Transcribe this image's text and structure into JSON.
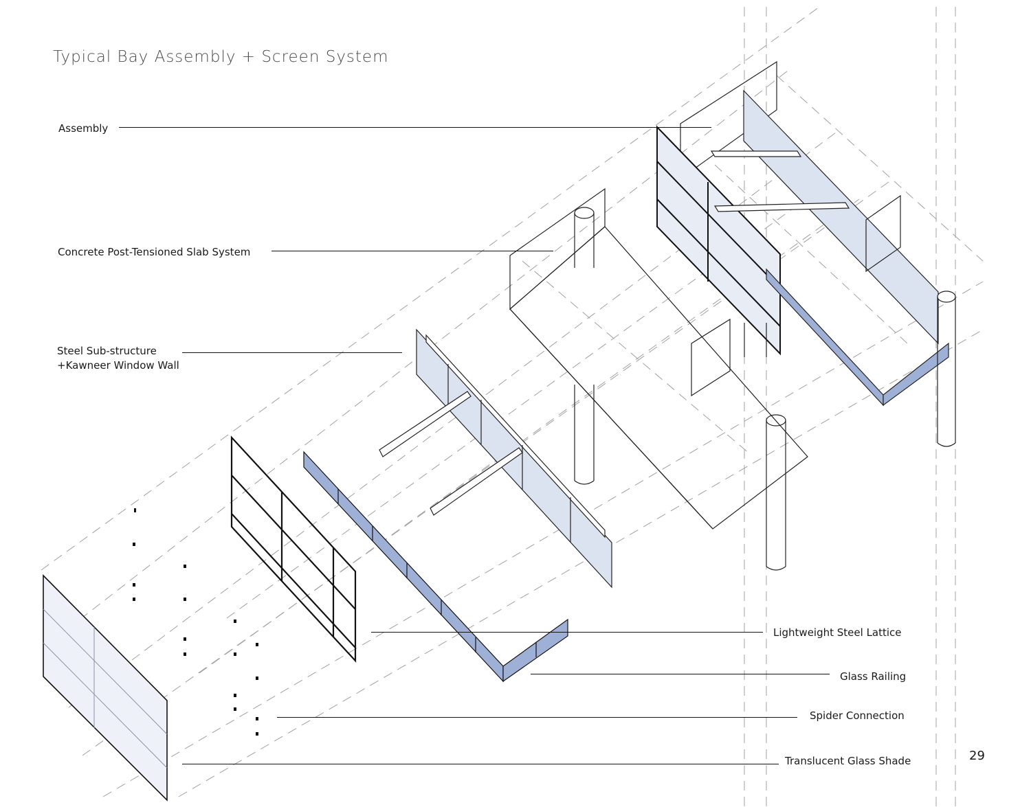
{
  "title": "Typical Bay Assembly + Screen System",
  "labels": {
    "assembly": "Assembly",
    "slab": "Concrete Post-Tensioned Slab System",
    "steel_line1": "Steel Sub-structure",
    "steel_line2": "+Kawneer Window Wall",
    "lattice": "Lightweight Steel Lattice",
    "railing": "Glass Railing",
    "spider": "Spider Connection",
    "shade": "Translucent Glass Shade"
  },
  "page_number": "29",
  "colors": {
    "line": "#111111",
    "dashed": "#9a9a9a",
    "glass": "#dbe2f0",
    "glass_dark": "#aebcdc",
    "railing": "#9fb0d6"
  }
}
